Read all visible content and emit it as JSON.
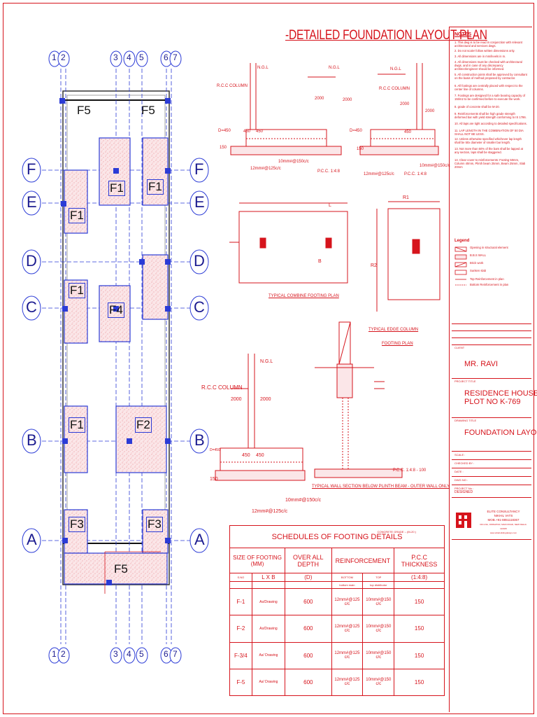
{
  "title": "-DETAILED FOUNDATION LAYOUT PLAN",
  "plan": {
    "grid_numbers_top": [
      "1",
      "2",
      "3",
      "4",
      "5",
      "6",
      "7"
    ],
    "grid_numbers_bottom": [
      "1",
      "2",
      "3",
      "4",
      "5",
      "6",
      "7"
    ],
    "grid_letters_left": [
      "F",
      "E",
      "D",
      "C",
      "B",
      "A"
    ],
    "grid_letters_right": [
      "F",
      "E",
      "D",
      "C",
      "B",
      "A"
    ],
    "footings": [
      "F5",
      "F5",
      "F1",
      "F1",
      "F1",
      "F1",
      "F4",
      "F1",
      "F2",
      "F3",
      "F3",
      "F5"
    ]
  },
  "sections": {
    "ngl": "N.G.L",
    "rcc_column": "R.C.C COLUMN",
    "rcc_column_big": "R.C.C COLUMN",
    "d450": "D=450",
    "dim_2000": "2000",
    "dim_450": "450",
    "dim_150": "150",
    "bar_12": "12mm#@125c/c",
    "bar_10": "10mm#@150c/c",
    "pcc": "P.C.C. 1:4:8",
    "pcc_wall": "P.C.C. 1:4:8 - 100"
  },
  "captions": {
    "combine": "TYPICAL  COMBINE FOOTING PLAN",
    "edge_1": "TYPICAL EDGE COLUMN",
    "edge_2": "FOOTING PLAN",
    "wall": "TYPICAL  WALL SECTION BELOW PLINTH BEAM - OUTER WALL ONLY"
  },
  "combine_labels": {
    "l": "L",
    "b": "B",
    "r1": "R1",
    "r2": "R2"
  },
  "notes": {
    "title": "NOTES",
    "items": [
      "1.  This dwg is to be read in conjunction with relevant architectural and services dwgs.",
      "2.  Do not scale!  follow written dimensions only.",
      "3.  All dimensions are in mm/levels in m.",
      "4.  All dimensions must be checked with architectural dwgs. and in case of any discrepancy architect/engineer should be informed.",
      "5.  All construction joints shall be approved by consultant on the basis of method proposed by contractor.",
      "6.  All footings are centrally placed with respect to the center line of columns.",
      "7.  Footings are designed for a safe bearing capacity of 15t/m2 to be confirmed before to execute the work.",
      "8.  grade of concrete shall be M-20.",
      "9.  Reinforcements shall be high grade strength deformed bar with yield strength conforming to IS 1786.",
      "10. All laps are tight according to detailed specifications.",
      "11. LAP LENGTH IN THE COMBINATION OF 50 DIA SHALL NOT BE LESS.",
      "12. Unless otherwise specified whichever lap length shall be 50x diameter of smaller bar length.",
      "13. Not more than 50% of the bars shall be lapped at any section, laps shall be staggered.",
      "14. Clear cover to reinforcements: Footing 50mm, Column 40mm, Plinth beam 25mm, Beam 25mm, Slab 20mm"
    ],
    "legend_title": "Legend",
    "legend_items": [
      "Opening in structural element",
      "B.B.S WALL",
      "Brick work",
      "Sunken slab",
      "Top Reinforcement in plan",
      "Bottom Reinforcement in plan"
    ]
  },
  "titleblock": {
    "client_label": "CLIENT",
    "client": "MR. RAVI",
    "project_label": "PROJECT TITLE",
    "project_line1": "RESIDENCE HOUSE",
    "project_line2": "PLOT NO K-769",
    "drawing_label": "DRAWING TITLE",
    "drawing": "FOUNDATION LAYOUT",
    "scale": "SCALE :",
    "checked": "CHECKED BY :",
    "date": "DATE :",
    "dwg_no": "DWG NO :",
    "project_no": "PROJECT No :",
    "designed": "DESIGNED",
    "firm_name": "ELITE CONSULTANCY",
    "firm_person": "NIKHIL VATS",
    "firm_mobile": "MOB.+91-8851118367",
    "firm_address": "RZ-C/4A, DIDNAPUR, MAIN ROAD, NEW DELHI-110045",
    "firm_email": "www.elitebuildingdesign.com"
  },
  "schedule": {
    "title": "SCHEDULES OF FOOTING DETAILS",
    "concrete": "CONCRETE GRADE :- (M-20 )",
    "h_size": "SIZE OF FOOTING (MM)",
    "h_depth": "OVER ALL DEPTH",
    "h_reinf": "REINFORCEMENT",
    "h_pcc": "P.C.C THICKNESS",
    "h_lxb": "L X B",
    "h_d": "(D)",
    "h_pcc_ratio": "(1:4:8)",
    "h_sno": "S.NO",
    "h_bottom": "BOTTOM",
    "h_top": "TOP",
    "h_bottom_sub": "bottom main",
    "h_top_sub": "top distributor",
    "rows": [
      {
        "id": "F-1",
        "size": "As/Drawing",
        "depth": "600",
        "bottom": "12mm#@125 c/c",
        "top": "10mm#@150 c/c",
        "pcc": "150"
      },
      {
        "id": "F-2",
        "size": "As/Drawing",
        "depth": "600",
        "bottom": "12mm#@125 c/c",
        "top": "10mm#@150 c/c",
        "pcc": "150"
      },
      {
        "id": "F-3/4",
        "size": "As/ Drawing",
        "depth": "600",
        "bottom": "12mm#@125 c/c",
        "top": "10mm#@150 c/c",
        "pcc": "150"
      },
      {
        "id": "F-5",
        "size": "As/ Drawing",
        "depth": "600",
        "bottom": "12mm#@125 c/c",
        "top": "10mm#@150 c/c",
        "pcc": "150"
      }
    ]
  }
}
